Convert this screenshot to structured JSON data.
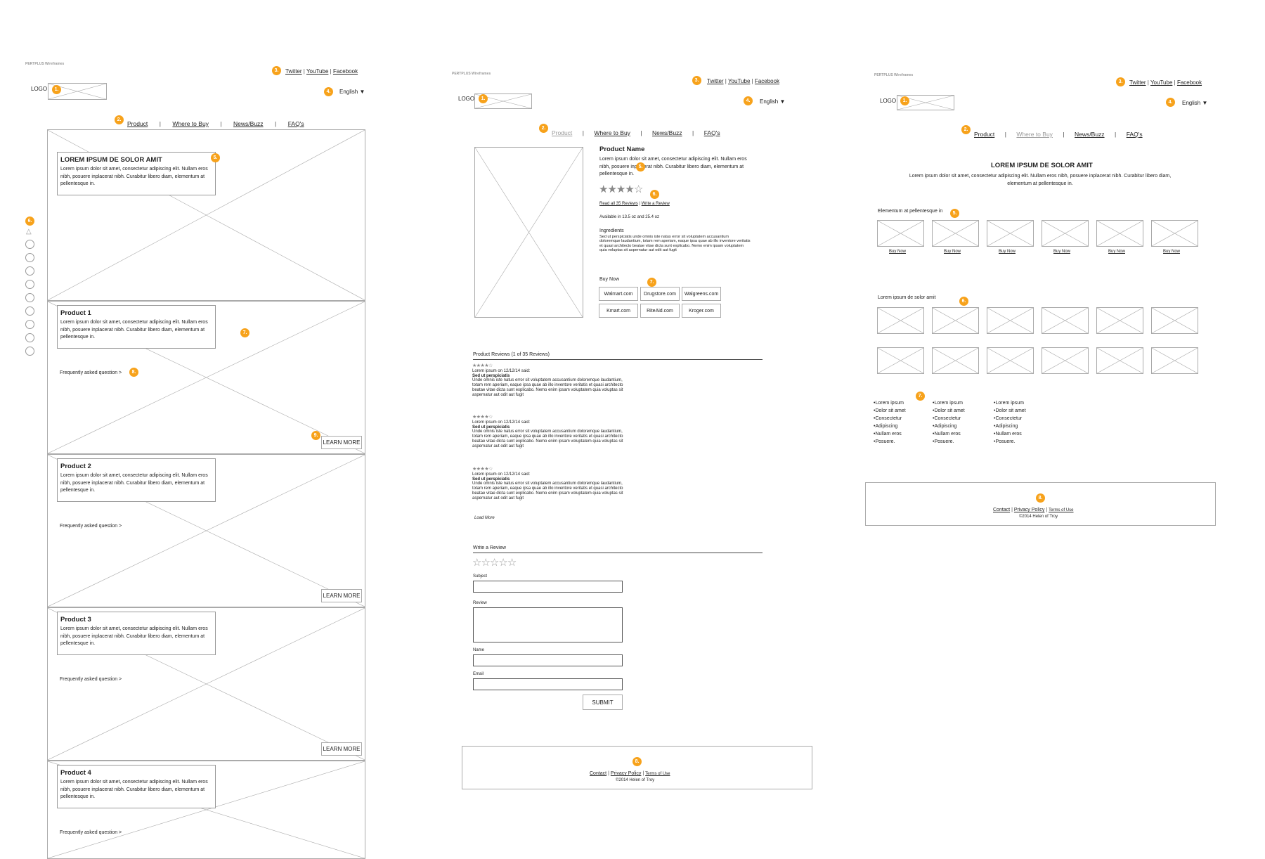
{
  "brand": "PERTPLUS Wireframes",
  "logo_label": "LOGO",
  "social": [
    "Twitter",
    "YouTube",
    "Facebook"
  ],
  "language": "English",
  "nav": [
    "Product",
    "Where to Buy",
    "News/Buzz",
    "FAQ's"
  ],
  "learn_more": "LEARN MORE",
  "faq": "Frequently asked question >",
  "lorem_short": "Lorem ipsum dolor sit amet, consectetur adipiscing elit. Nullam eros nibh, posuere inplacerat nibh. Curabitur libero diam, elementum at pellentesque in.",
  "page1": {
    "hero_title": "LOREM IPSUM DE SOLOR AMIT",
    "products": [
      "Product 1",
      "Product 2",
      "Product 3",
      "Product 4"
    ]
  },
  "page2": {
    "product_name": "Product Name",
    "reviews_links": [
      "Read all 35 Reviews",
      "Write a Review"
    ],
    "available": "Available in 13.5 oz and 25.4 oz",
    "ingredients_label": "Ingredients",
    "ingredients_text": "Sed ut perspiciatis unde omnis iste natus error sit voluptatem accusantium doloremque laudantium, totam rem aperiam, eaque ipsa quae ab illo inventore veritatis et quasi architecto beatae vitae dicta sunt explicabo. Nemo enim ipsam voluptatem quia voluptas sit aspernatur aut odit aut fugit",
    "buy_now": "Buy Now",
    "retailers": [
      "Walmart.com",
      "Drugstore.com",
      "Walgreens.com",
      "Kmart.com",
      "RiteAid.com",
      "Kroger.com"
    ],
    "reviews_heading": "Product Reviews  (1 of 35 Reviews)",
    "review_stars": "★★★★☆",
    "review_meta": "Lorem ipsum on 12/12/14 said:",
    "review_title": "Sed ut perspiciatis",
    "review_body": "Unde omnis iste natus error sit voluptatem accusantium doloremque laudantium, totam rem aperiam, eaque ipsa quae ab illo inventore veritatis et quasi architecto beatae vitae dicta sunt explicabo. Nemo enim ipsam voluptatem quia voluptas sit aspernatur aut odit aut fugit",
    "load_more": "Load More",
    "write_review": "Write a Review",
    "form_labels": [
      "Subject",
      "Review",
      "Name",
      "Email"
    ],
    "submit": "SUBMIT"
  },
  "page3": {
    "title": "LOREM IPSUM DE SOLOR AMIT",
    "intro": "Lorem ipsum dolor sit amet, consectetur adipiscing elit. Nullam eros nibh, posuere inplacerat nibh. Curabitur libero diam, elementum at pellentesque in.",
    "section1": "Elementum at pellentesque in",
    "buy_now": "Buy Now",
    "section2": "Lorem ipsum de solor amit",
    "bullets": [
      "Lorem ipsum",
      "Dolor sit amet",
      "Consectetur",
      "Adipiscing",
      "Nullam eros",
      "Posuere."
    ]
  },
  "footer": {
    "links": [
      "Contact",
      "Privacy Policy",
      "Terms of Use"
    ],
    "copyright": "©2014 Helen of Troy"
  },
  "rating_filled": 0.8
}
